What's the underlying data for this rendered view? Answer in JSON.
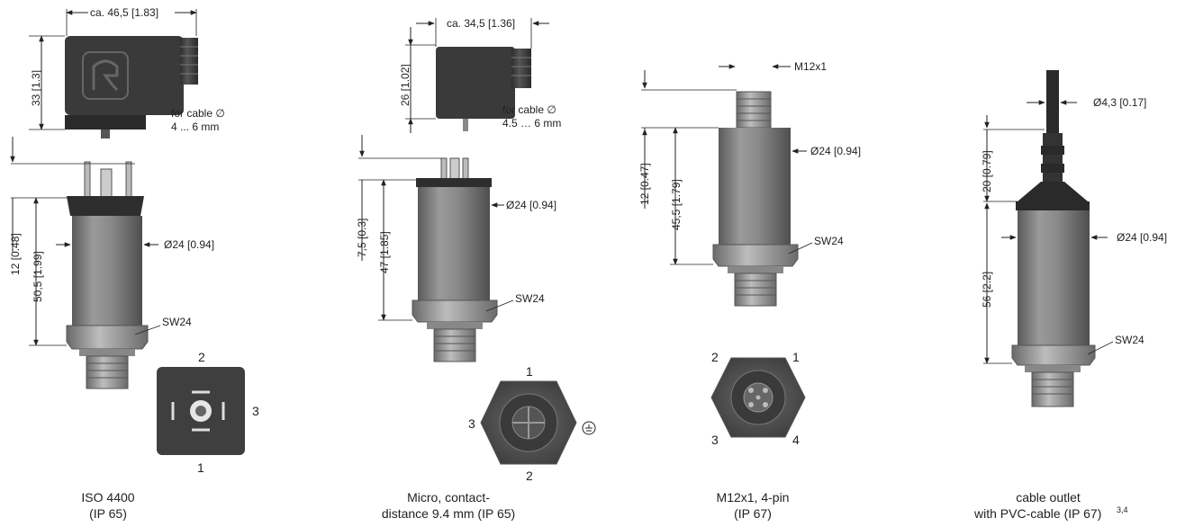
{
  "variant_a": {
    "connector_width": "ca. 46,5 [1.83]",
    "connector_height": "33 [1.3]",
    "cable_note_1": "for cable ∅",
    "cable_note_2": "4 ... 6 mm",
    "top_dim": "12 [0.48]",
    "body_dim": "50,5 [1.99]",
    "diameter": "Ø24 [0.94]",
    "wrench": "SW24",
    "pins": [
      "1",
      "2",
      "3"
    ],
    "caption_1": "ISO 4400",
    "caption_2": "(IP 65)"
  },
  "variant_b": {
    "connector_width": "ca. 34,5 [1.36]",
    "connector_height": "26 [1.02]",
    "cable_note_1": "for cable ∅",
    "cable_note_2": "4.5 … 6 mm",
    "top_dim": "7,5 [0.3]",
    "body_dim": "47 [1.85]",
    "diameter": "Ø24 [0.94]",
    "wrench": "SW24",
    "pins": [
      "1",
      "2",
      "3"
    ],
    "caption_1": "Micro, contact-",
    "caption_2": "distance 9.4 mm (IP 65)"
  },
  "variant_c": {
    "thread": "M12x1",
    "top_dim": "12 [0.47]",
    "body_dim": "45,5 [1.79]",
    "diameter": "Ø24 [0.94]",
    "wrench": "SW24",
    "pins": [
      "1",
      "2",
      "3",
      "4"
    ],
    "caption_1": "M12x1, 4-pin",
    "caption_2": "(IP 67)"
  },
  "variant_d": {
    "cable_diameter": "Ø4,3 [0.17]",
    "top_dim": "20 [0.79]",
    "body_dim": "56 [2.2]",
    "diameter": "Ø24 [0.94]",
    "wrench": "SW24",
    "caption_1": "cable outlet",
    "caption_2": "with PVC-cable (IP 67)",
    "footnote": "3,4"
  }
}
